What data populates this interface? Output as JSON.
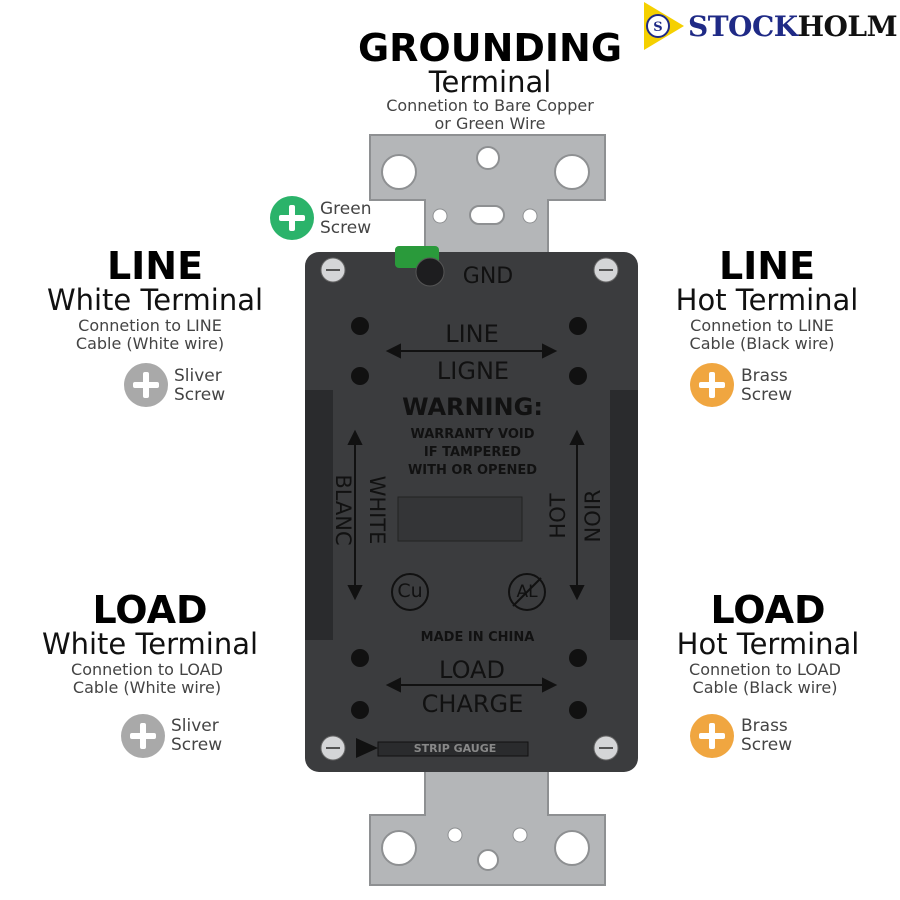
{
  "brand": {
    "name_part1": "STOCK",
    "name_part2": "HOLM",
    "emblem_letter": "S",
    "accent_color": "#1f2a86",
    "emblem_color": "#f5d000"
  },
  "grounding": {
    "title": "GROUNDING",
    "subtitle": "Terminal",
    "desc_line1": "Connetion to Bare Copper",
    "desc_line2": "or Green Wire"
  },
  "green_screw": {
    "line1": "Green",
    "line2": "Screw",
    "color": "#2bb36a",
    "icon": "plus-icon"
  },
  "line_left": {
    "title": "LINE",
    "subtitle": "White Terminal",
    "desc_line1": "Connetion to LINE",
    "desc_line2": "Cable (White wire)",
    "screw_line1": "Sliver",
    "screw_line2": "Screw",
    "screw_color": "#a9a9a9"
  },
  "line_right": {
    "title": "LINE",
    "subtitle": "Hot Terminal",
    "desc_line1": "Connetion to LINE",
    "desc_line2": "Cable (Black wire)",
    "screw_line1": "Brass",
    "screw_line2": "Screw",
    "screw_color": "#f0a640"
  },
  "load_left": {
    "title": "LOAD",
    "subtitle": "White Terminal",
    "desc_line1": "Connetion to LOAD",
    "desc_line2": "Cable (White wire)",
    "screw_line1": "Sliver",
    "screw_line2": "Screw",
    "screw_color": "#a9a9a9"
  },
  "load_right": {
    "title": "LOAD",
    "subtitle": "Hot Terminal",
    "desc_line1": "Connetion to LOAD",
    "desc_line2": "Cable (Black wire)",
    "screw_line1": "Brass",
    "screw_line2": "Screw",
    "screw_color": "#f0a640"
  },
  "device": {
    "gnd": "GND",
    "line": "LINE",
    "ligne": "LIGNE",
    "warning": "WARNING:",
    "warranty1": "WARRANTY VOID",
    "warranty2": "IF  TAMPERED",
    "warranty3": "WITH OR OPENED",
    "white": "WHITE",
    "blanc": "BLANC",
    "hot": "HOT",
    "noir": "NOIR",
    "cu": "Cu",
    "al": "AL",
    "made_in": "MADE IN CHINA",
    "load": "LOAD",
    "charge": "CHARGE",
    "strip_gauge": "STRIP GAUGE",
    "body_color": "#3b3c3e",
    "strap_color": "#b4b6b8",
    "brass_color": "#c9a64a"
  }
}
